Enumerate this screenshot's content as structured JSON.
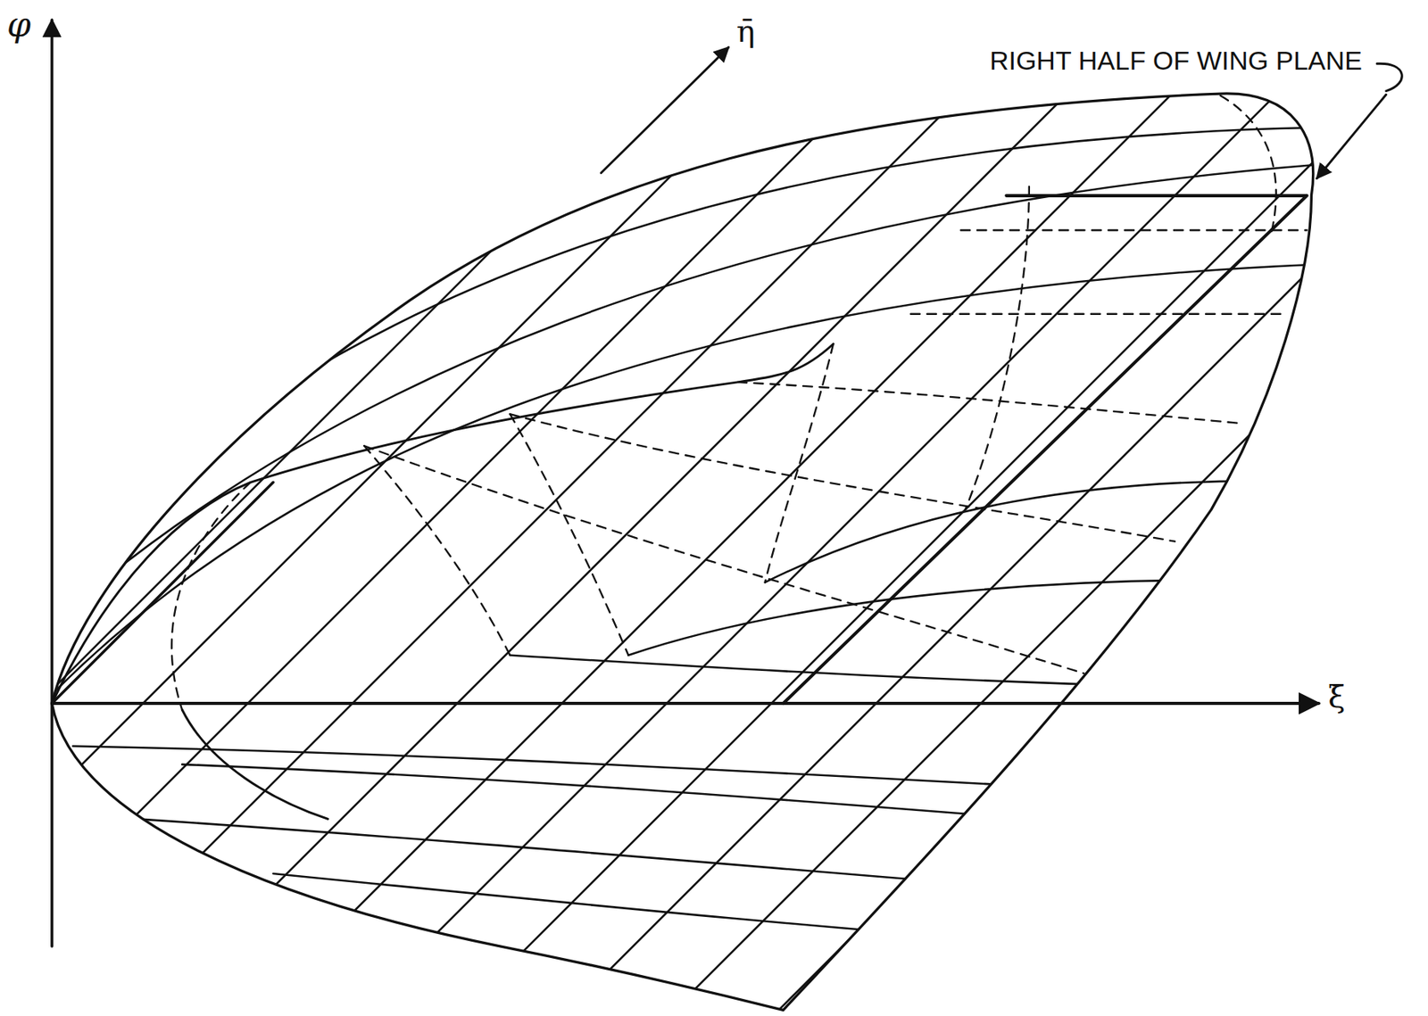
{
  "diagram": {
    "labels": [
      "φ",
      "η̄",
      "ξ̄",
      "RIGHT HALF OF WING PLANE"
    ]
  }
}
